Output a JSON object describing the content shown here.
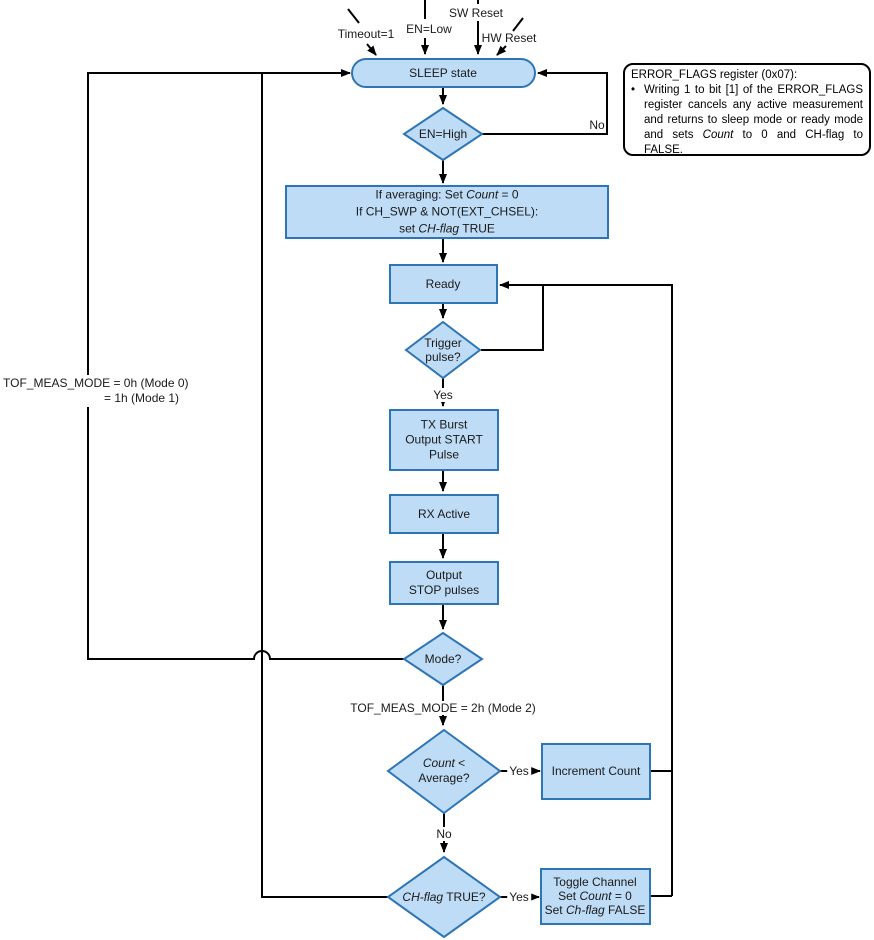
{
  "diagram": {
    "colors": {
      "node_fill": "#BEDCF6",
      "node_stroke": "#2E75B6",
      "line": "#000000"
    },
    "top_inputs": {
      "timeout": "Timeout=1",
      "en_low": "EN=Low",
      "sw_reset": "SW Reset",
      "hw_reset": "HW Reset"
    },
    "nodes": {
      "sleep": "SLEEP state",
      "en_high": "EN=High",
      "init": {
        "l1_pre": "If averaging: Set ",
        "l1_it": "Count",
        "l1_post": " = 0",
        "l2": "If CH_SWP & NOT(EXT_CHSEL):",
        "l3_pre": "set ",
        "l3_it": "CH-flag",
        "l3_post": " TRUE"
      },
      "ready": "Ready",
      "trigger": {
        "l1": "Trigger",
        "l2": "pulse?"
      },
      "tx": {
        "l1": "TX Burst",
        "l2": "Output START",
        "l3": "Pulse"
      },
      "rx": "RX Active",
      "stop": {
        "l1": "Output",
        "l2": "STOP pulses"
      },
      "mode": "Mode?",
      "count_avg": {
        "l1_it": "Count",
        "l1_post": " <",
        "l2": "Average?"
      },
      "increment": "Increment Count",
      "ch_flag": {
        "it": "CH-flag",
        "post": " TRUE?"
      },
      "toggle": {
        "l1": "Toggle Channel",
        "l2_pre": "Set ",
        "l2_it": "Count",
        "l2_post": " = 0",
        "l3_pre": "Set ",
        "l3_it": "Ch-flag",
        "l3_post": " FALSE"
      }
    },
    "edge_labels": {
      "no_sleep": "No",
      "yes_trigger": "Yes",
      "mode01_l1": "TOF_MEAS_MODE = 0h (Mode 0)",
      "mode01_l2": "= 1h (Mode 1)",
      "mode2": "TOF_MEAS_MODE = 2h (Mode 2)",
      "yes_count": "Yes",
      "no_count": "No",
      "yes_ch": "Yes"
    },
    "note": {
      "title": "ERROR_FLAGS register (0x07):",
      "bullet": "•",
      "body_pre": "Writing 1 to bit [1] of the ERROR_FLAGS register cancels any active measurement and returns to sleep mode or ready mode and sets ",
      "body_it": "Count",
      "body_post": " to 0 and CH-flag to FALSE."
    }
  }
}
